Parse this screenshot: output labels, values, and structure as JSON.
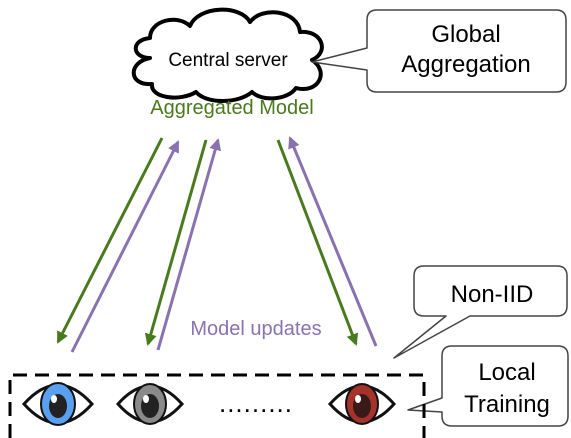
{
  "cloud": {
    "label": "Central server"
  },
  "callout_global": {
    "text_line1": "Global",
    "text_line2": "Aggregation"
  },
  "aggregated_model": {
    "label": "Aggregated Model"
  },
  "model_updates": {
    "label": "Model updates"
  },
  "callout_noniid": {
    "text": "Non-IID"
  },
  "callout_local": {
    "text_line1": "Local",
    "text_line2": "Training"
  },
  "clients": {
    "dots": "........."
  },
  "colors": {
    "download_arrow": "#4a7a1e",
    "upload_arrow": "#8a72b0",
    "aggregated_text": "#4a7a1e",
    "updates_text": "#8a72b0",
    "eye_blue": "#5aa0f0",
    "eye_gray": "#8a8a8a",
    "eye_red": "#a5332c"
  },
  "icons": [
    "cloud-icon",
    "eye-blue-icon",
    "eye-gray-icon",
    "eye-red-icon"
  ]
}
